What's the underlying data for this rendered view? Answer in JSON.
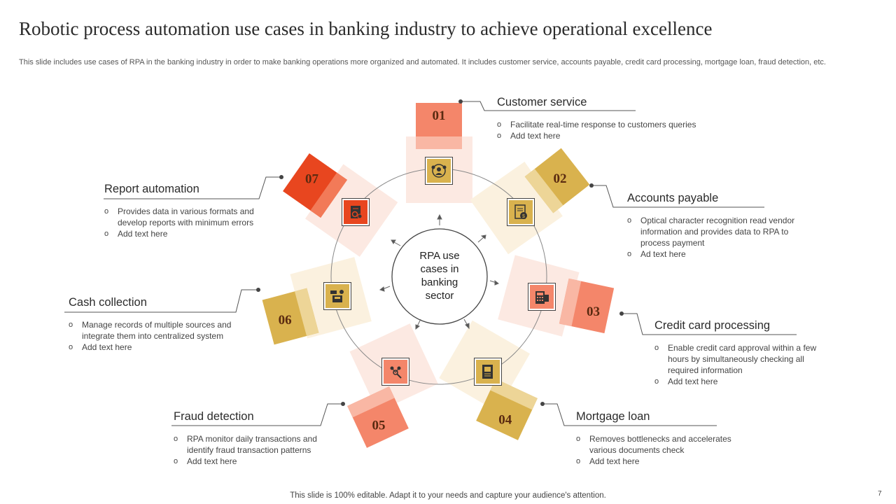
{
  "header": {
    "title": "Robotic process automation use cases in banking industry to achieve operational excellence",
    "description": "This slide includes use cases of RPA in the banking industry in order to make banking operations more organized and automated. It includes customer service, accounts payable, credit card processing, mortgage loan, fraud detection, etc."
  },
  "center": {
    "lines": [
      "RPA use",
      "cases in",
      "banking",
      "sector"
    ]
  },
  "colors": {
    "orange": "#F4866A",
    "gold": "#D9B24E",
    "red_orange": "#E8461F",
    "pale": "#FCE7DF",
    "pale_gold": "#FBF0DC"
  },
  "cases": [
    {
      "number": "01",
      "title": "Customer service",
      "bullets": [
        "Facilitate real-time response to customers queries",
        "Add text here"
      ],
      "icon": "customer-support-icon"
    },
    {
      "number": "02",
      "title": "Accounts payable",
      "bullets": [
        "Optical character recognition read vendor information and provides  data to RPA to process payment",
        "Ad text here"
      ],
      "icon": "invoice-payment-icon"
    },
    {
      "number": "03",
      "title": "Credit card processing",
      "bullets": [
        "Enable credit card approval  within a few hours by simultaneously checking all required information",
        "Add text here"
      ],
      "icon": "card-terminal-icon"
    },
    {
      "number": "04",
      "title": "Mortgage loan",
      "bullets": [
        "Removes bottlenecks and accelerates various documents check",
        "Add text here"
      ],
      "icon": "loan-document-icon"
    },
    {
      "number": "05",
      "title": "Fraud detection",
      "bullets": [
        "RPA monitor daily transactions and identify fraud transaction patterns",
        "Add text here"
      ],
      "icon": "fraud-network-icon"
    },
    {
      "number": "06",
      "title": "Cash collection",
      "bullets": [
        "Manage records of multiple sources and integrate them into centralized system",
        "Add text here"
      ],
      "icon": "cash-register-icon"
    },
    {
      "number": "07",
      "title": "Report automation",
      "bullets": [
        "Provides data in various formats and develop reports with minimum errors",
        "Add text here"
      ],
      "icon": "report-gear-icon"
    }
  ],
  "footer": {
    "note": "This slide is 100% editable. Adapt it to your needs and capture your audience's attention.",
    "page_number": "7"
  }
}
